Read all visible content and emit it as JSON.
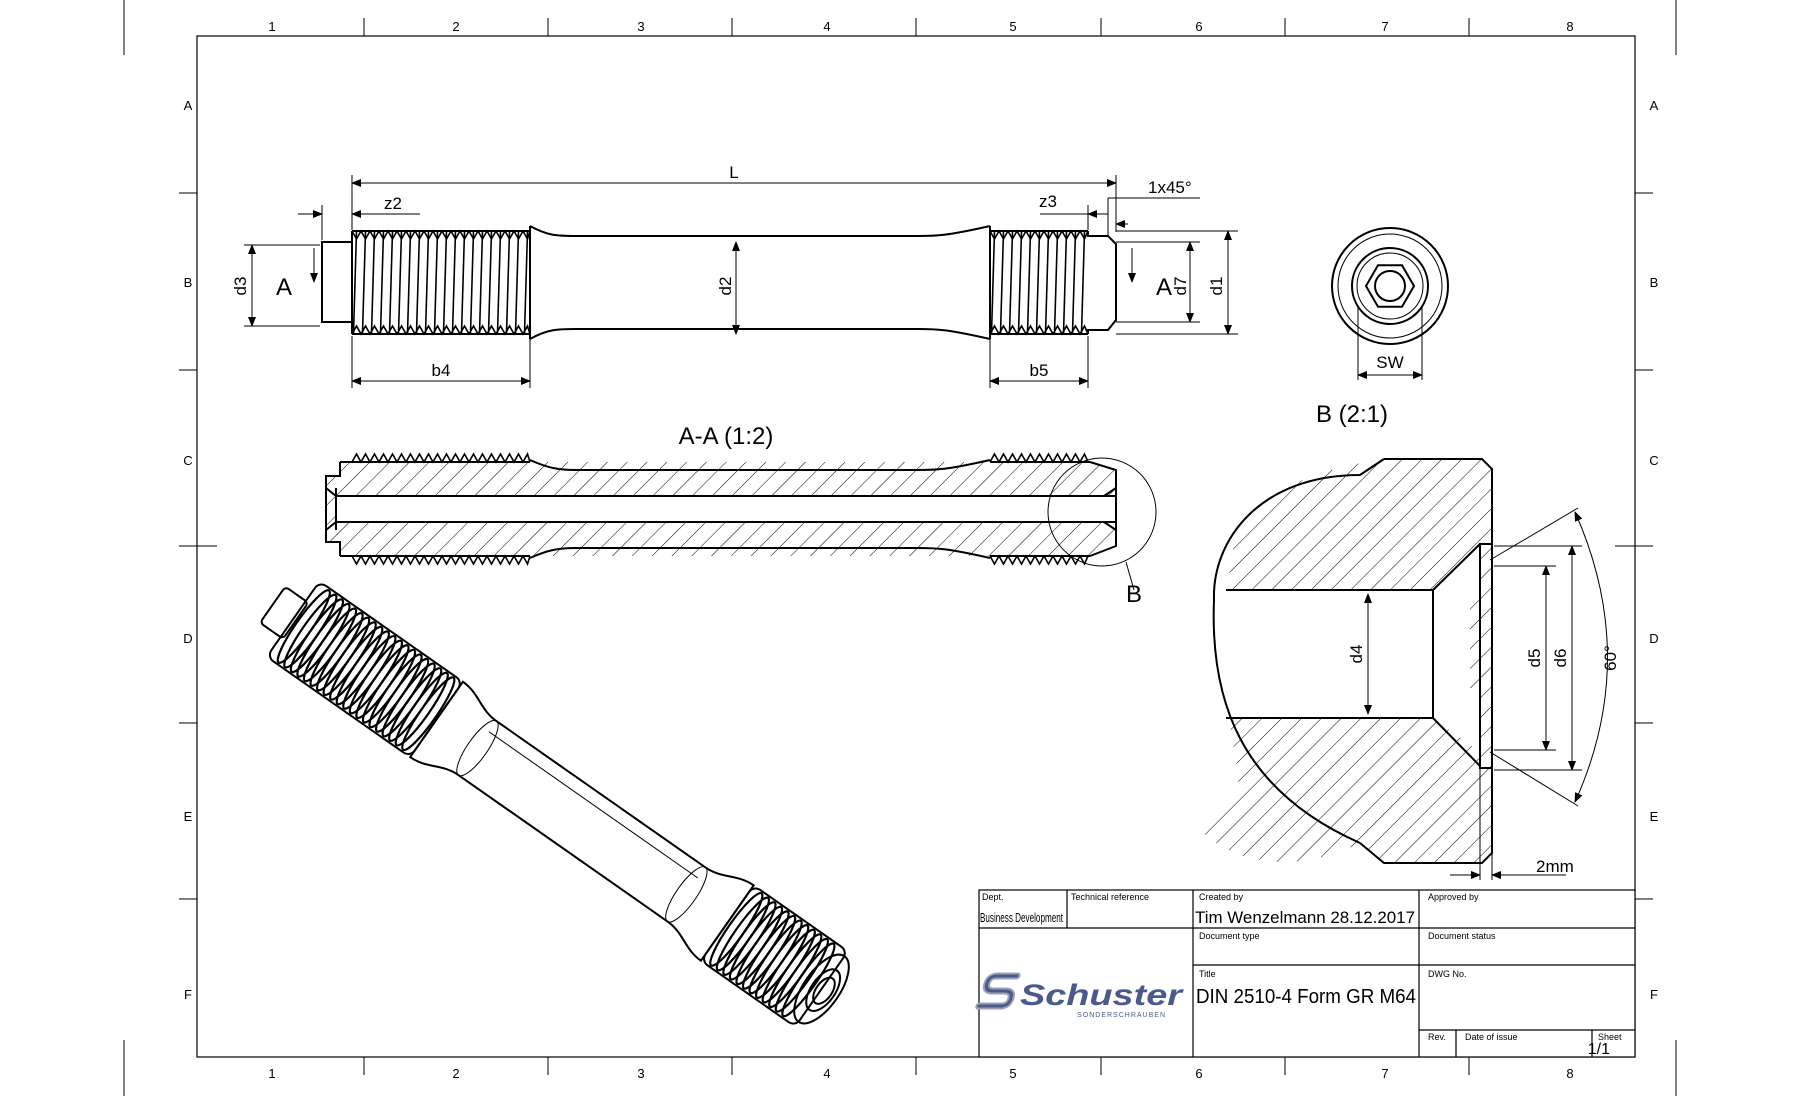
{
  "grid": {
    "columns": [
      "1",
      "2",
      "3",
      "4",
      "5",
      "6",
      "7",
      "8"
    ],
    "rows": [
      "A",
      "B",
      "C",
      "D",
      "E",
      "F"
    ]
  },
  "views": {
    "side": {
      "labels": {
        "L": "L",
        "z2": "z2",
        "z3": "z3",
        "chamfer": "1x45°",
        "d1": "d1",
        "d2": "d2",
        "d3": "d3",
        "d7": "d7",
        "b4": "b4",
        "b5": "b5",
        "cut_left": "A",
        "cut_right": "A"
      }
    },
    "end": {
      "sw": "SW",
      "title": "B (2:1)"
    },
    "section": {
      "title": "A-A (1:2)",
      "detail_marker": "B"
    },
    "detail": {
      "d4": "d4",
      "d5": "d5",
      "d6": "d6",
      "angle": "60°",
      "gap": "2mm"
    }
  },
  "title_block": {
    "dept_label": "Dept.",
    "dept_value": "Business Development",
    "tech_ref_label": "Technical reference",
    "created_by_label": "Created by",
    "created_by_value": "Tim Wenzelmann 28.12.2017",
    "approved_by_label": "Approved by",
    "doc_type_label": "Document type",
    "doc_status_label": "Document status",
    "title_label": "Title",
    "title_value": "DIN 2510-4 Form GR  M64",
    "dwg_no_label": "DWG No.",
    "rev_label": "Rev.",
    "date_label": "Date of issue",
    "sheet_label": "Sheet",
    "sheet_value": "1/1",
    "logo_text": "Schuster",
    "logo_sub": "SONDERSCHRAUBEN",
    "logo_color": "#4a5a8c"
  }
}
